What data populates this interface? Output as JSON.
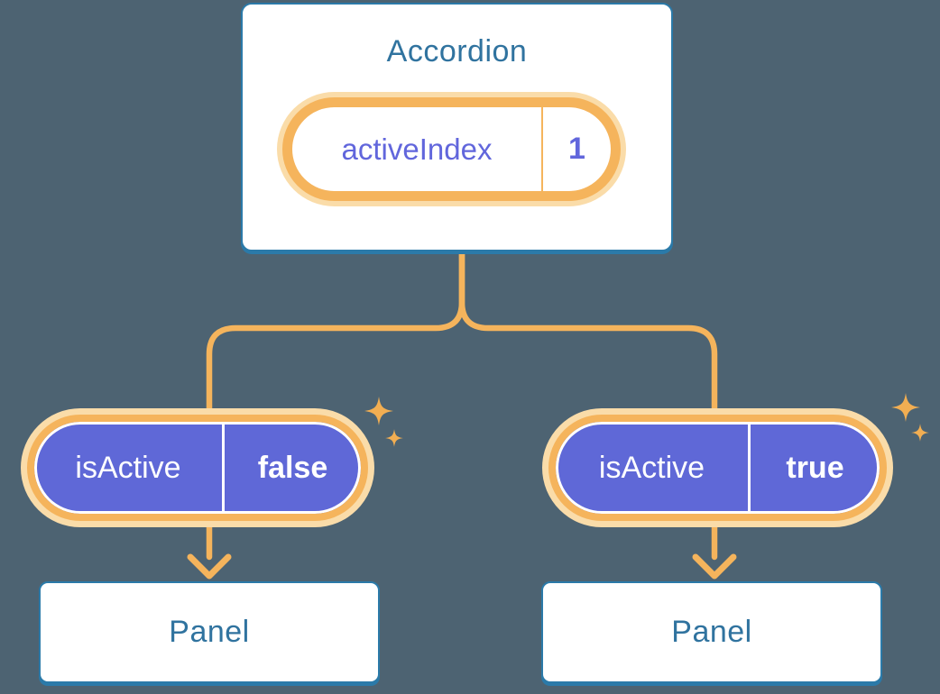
{
  "diagram": {
    "description": "Component tree showing state lifted to Accordion and passed down as props to two Panels"
  },
  "accordion": {
    "title": "Accordion",
    "state_pill": {
      "label": "activeIndex",
      "value": "1"
    }
  },
  "pills": [
    {
      "label": "isActive",
      "value": "false"
    },
    {
      "label": "isActive",
      "value": "true"
    }
  ],
  "panels": [
    {
      "label": "Panel"
    },
    {
      "label": "Panel"
    }
  ],
  "icons": {
    "sparkle": "sparkle-icon"
  },
  "colors": {
    "background": "#4D6372",
    "card-border": "#2B7AA9",
    "heading-text": "#30739F",
    "orange": "#F5B45C",
    "orange-soft": "#FADCA9",
    "sparkle": "#F2AE52",
    "purple": "#5F68D7",
    "purple-text": "#6166DC",
    "white": "#FFFFFF"
  }
}
